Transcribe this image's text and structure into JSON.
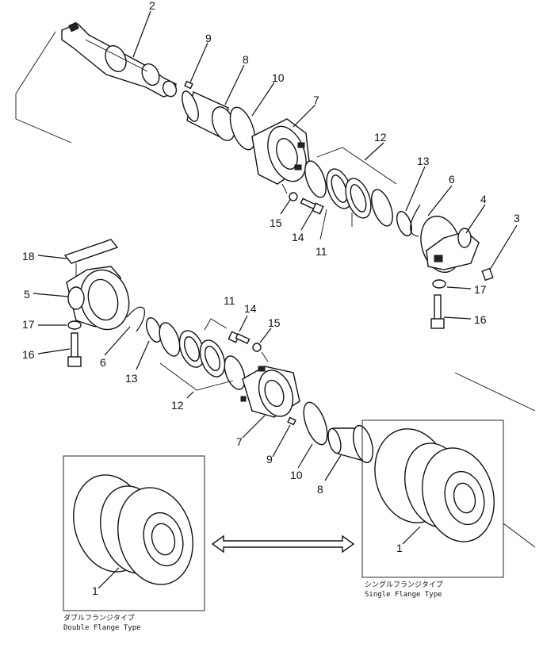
{
  "callouts": {
    "c2": "2",
    "c9a": "9",
    "c8a": "8",
    "c10a": "10",
    "c7a": "7",
    "c12a": "12",
    "c13a": "13",
    "c6a": "6",
    "c4": "4",
    "c3": "3",
    "c15a": "15",
    "c14a": "14",
    "c11a": "11",
    "c17a": "17",
    "c16a": "16",
    "c18": "18",
    "c5": "5",
    "c17b": "17",
    "c16b": "16",
    "c6b": "6",
    "c13b": "13",
    "c11b": "11",
    "c14b": "14",
    "c15b": "15",
    "c12b": "12",
    "c7b": "7",
    "c9b": "9",
    "c10b": "10",
    "c8b": "8",
    "c1a": "1",
    "c1b": "1"
  },
  "captions": {
    "double_jp": "ダブルフランジタイプ",
    "double_en": "Double Flange Type",
    "single_jp": "シングルフランジタイプ",
    "single_en": "Single Flange Type"
  }
}
